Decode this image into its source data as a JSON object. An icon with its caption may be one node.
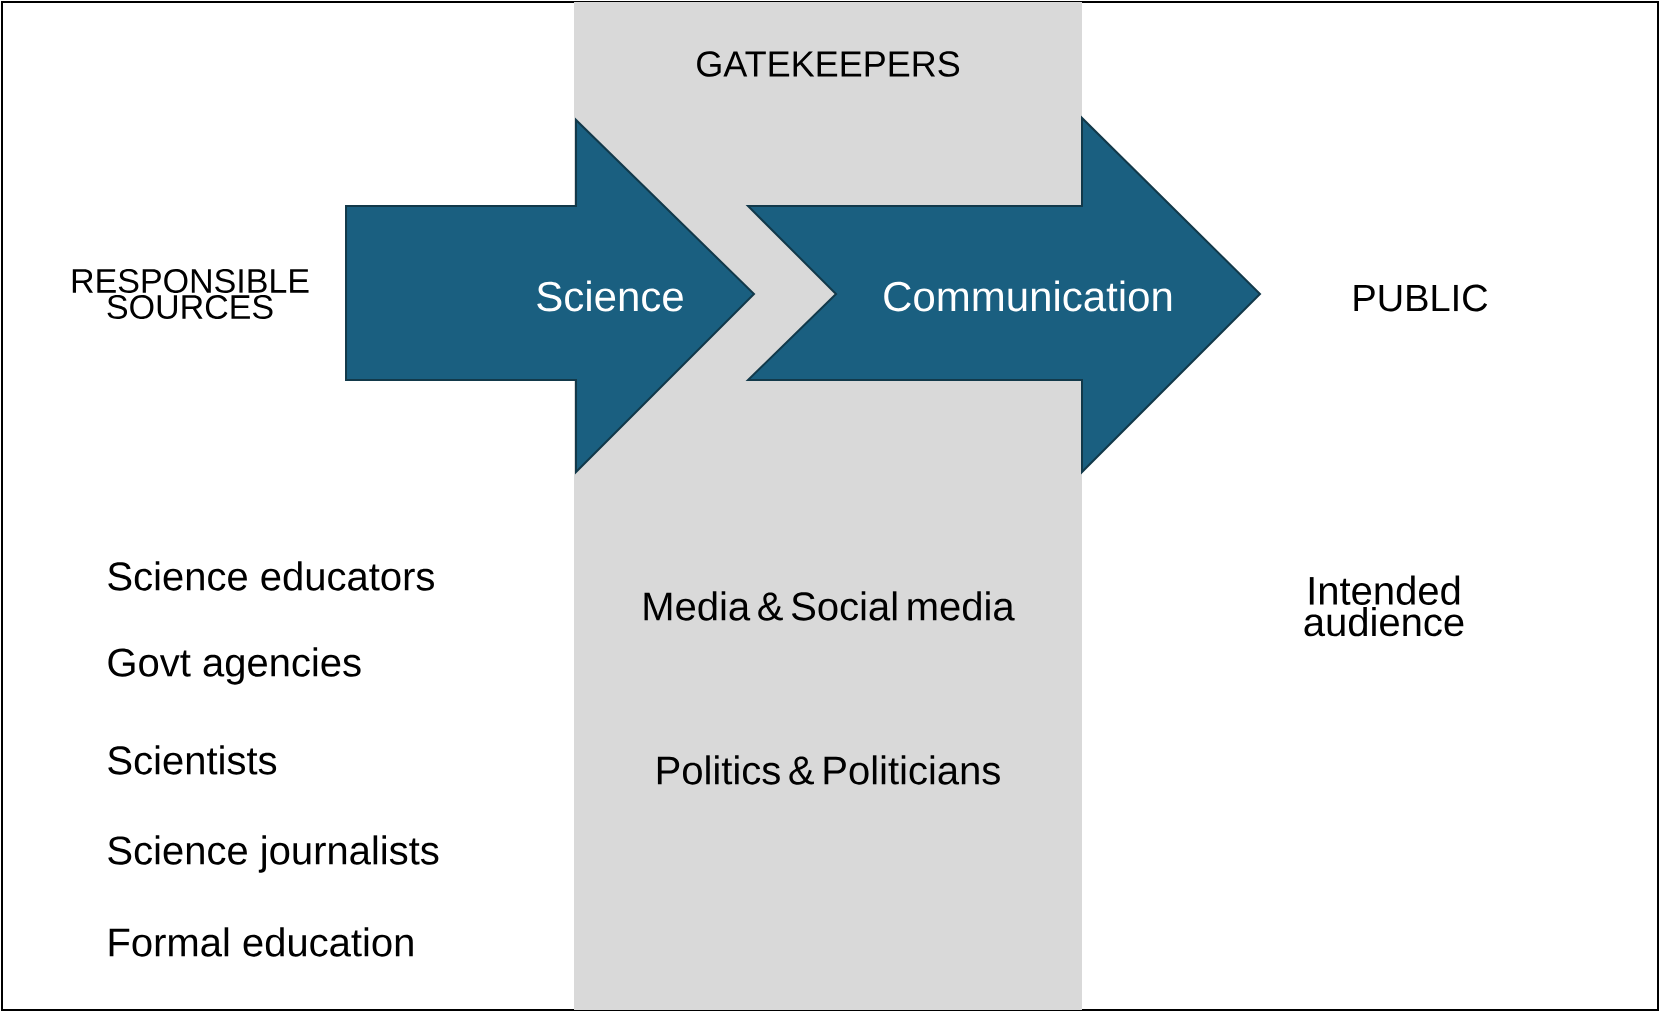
{
  "diagram": {
    "nodes": [
      {
        "text": [
          "GATEKEEPERS",
          "Media & Social media",
          "Politics & Politicians"
        ]
      },
      {
        "text": [
          "Science"
        ]
      },
      {
        "text": [
          "Communication"
        ]
      },
      {
        "text": [
          "RESPONSIBLE SOURCES"
        ]
      },
      {
        "text": [
          "PUBLIC"
        ]
      }
    ],
    "labels": [
      "Science educators",
      "Govt agencies",
      "Scientists",
      "Science journalists",
      "Formal education",
      "Intended audience"
    ]
  }
}
